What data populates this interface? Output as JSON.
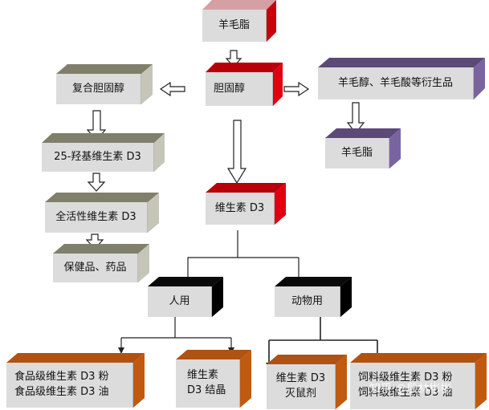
{
  "diagram": {
    "nodes": {
      "lanolin_top": "羊毛脂",
      "cholesterol": "胆固醇",
      "lanolin_derivatives": "羊毛醇、羊毛酸等衍生品",
      "lanolin_bottom": "羊毛脂",
      "complex_cholesterol": "复合胆固醇",
      "hydroxy_d3": "25-羟基维生素  D3",
      "active_d3": "全活性维生素 D3",
      "health_products": "保健品、药品",
      "vitamin_d3": "维生素 D3",
      "human_use": "人用",
      "animal_use": "动物用",
      "food_grade_powder": "食品级维生素 D3 粉",
      "food_grade_oil": "食品级维生素 D3 油",
      "crystal_line1": "维生素",
      "crystal_line2": "D3 结晶",
      "rodenticide_line1": "维生素 D3",
      "rodenticide_line2": "灭鼠剂",
      "feed_grade_powder": "饲料级维生素 D3 粉",
      "feed_grade_oil": "饲料级维生素 D3 油"
    },
    "colors": {
      "red": "#c8000c",
      "gray": "#7f7f6c",
      "purple": "#5b4a78",
      "black": "#0a0a0a",
      "orange": "#c05a10",
      "face": "#dcdcdc"
    }
  },
  "watermark": "知乎 @殷林彬彬"
}
